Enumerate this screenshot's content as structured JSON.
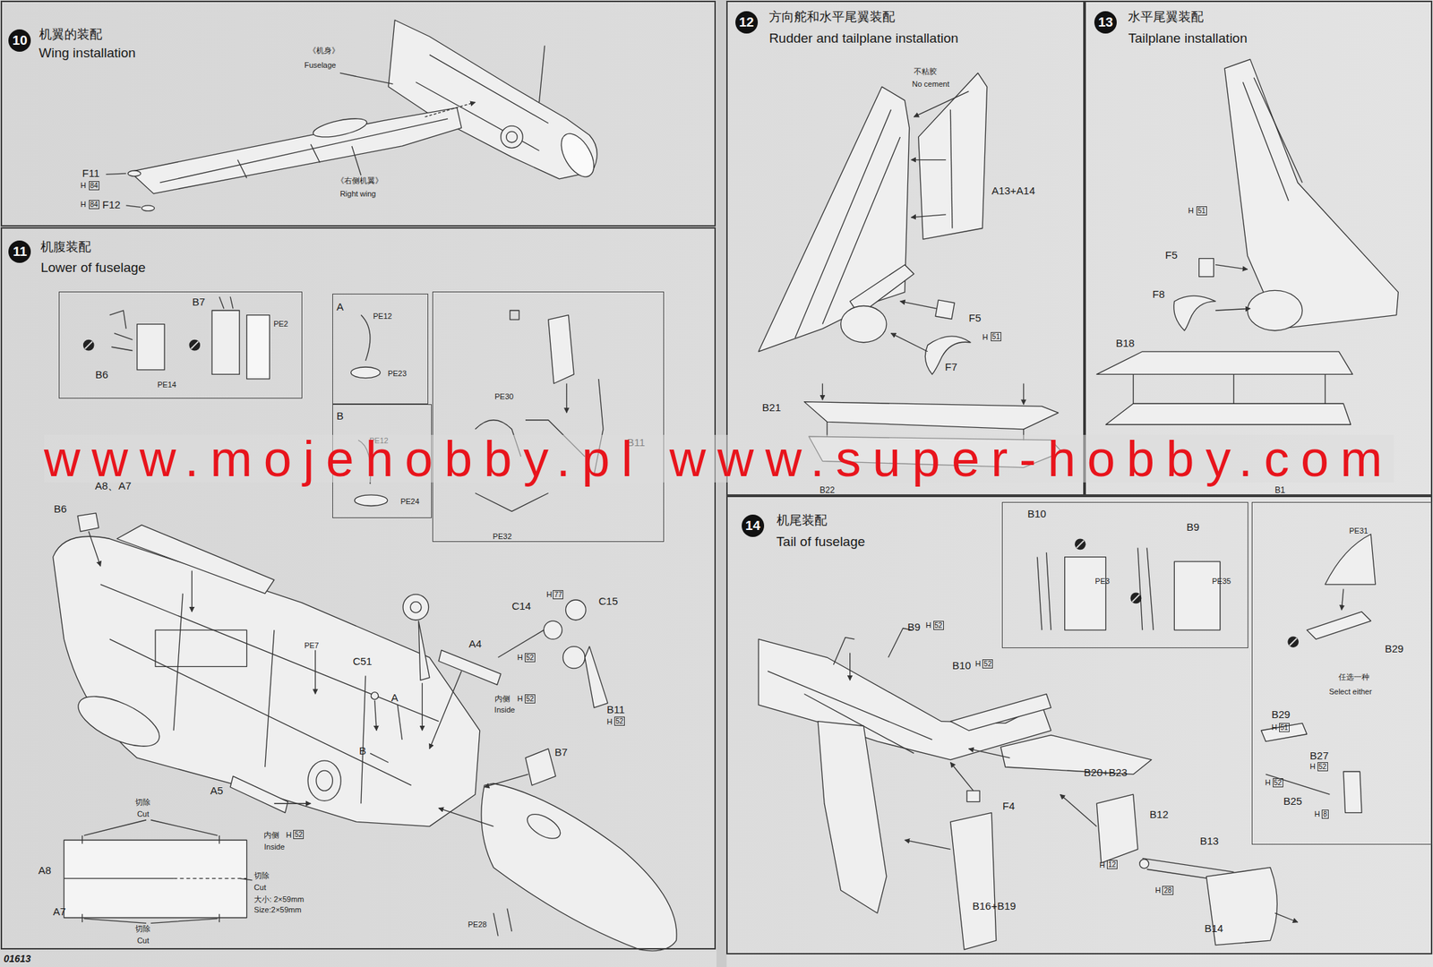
{
  "diagram": {
    "nodes": [
      {
        "text": [
          "10",
          "机翼的装配",
          "Wing installation"
        ]
      },
      {
        "text": [
          "11",
          "机腹装配",
          "Lower of fuselage"
        ]
      },
      {
        "text": [
          "B7",
          "PE2",
          "B6",
          "PE14"
        ],
        "in": 1
      },
      {
        "text": [
          "A",
          "PE12",
          "PE23"
        ],
        "in": 1
      },
      {
        "text": [
          "B",
          "PE12",
          "PE24"
        ],
        "in": 1
      },
      {
        "text": [
          "PE30",
          "B11",
          "PE32"
        ],
        "in": 1
      },
      {
        "text": [
          "12",
          "方向舵和水平尾翼装配",
          "Rudder and tailplane installation"
        ]
      },
      {
        "text": [
          "13",
          "水平尾翼装配",
          "Tailplane installation"
        ]
      },
      {
        "text": [
          "14",
          "机尾装配",
          "Tail of fuselage"
        ]
      },
      {
        "text": [
          "B10",
          "B9",
          "PE3",
          "PE35"
        ],
        "in": 8
      },
      {
        "text": [
          "PE31",
          "B29",
          "任选一种",
          "Select either",
          "B29",
          "H",
          "51",
          "B27",
          "H",
          "52",
          "H",
          "52",
          "B25",
          "H",
          "8"
        ],
        "in": 8
      }
    ],
    "labels": [
      "《机身》",
      "Fuselage",
      "F11",
      "H",
      "84",
      "H",
      "84",
      "F12",
      "《右侧机翼》",
      "Right wing",
      "A8、A7",
      "B6",
      "PE7",
      "C51",
      "A",
      "B",
      "A4",
      "C14",
      "H",
      "77",
      "C15",
      "H",
      "52",
      "内侧",
      "H",
      "52",
      "Inside",
      "B11",
      "H",
      "52",
      "B7",
      "A5",
      "内侧",
      "H",
      "52",
      "Inside",
      "切除",
      "Cut",
      "A8",
      "切除",
      "Cut",
      "大小: 2×59mm",
      "Size:2×59mm",
      "A7",
      "切除",
      "Cut",
      "PE28",
      "01613",
      "不粘胶",
      "No cement",
      "A13+A14",
      "F5",
      "H",
      "51",
      "F7",
      "B21",
      "B22",
      "H",
      "51",
      "F5",
      "F8",
      "B18",
      "B1",
      "B9",
      "H",
      "52",
      "B10",
      "H",
      "52",
      "B20+B23",
      "F4",
      "B12",
      "B13",
      "H",
      "12",
      "H",
      "28",
      "B16+B19",
      "B14",
      "www.mojehobby.pl www.super-hobby.com"
    ]
  }
}
